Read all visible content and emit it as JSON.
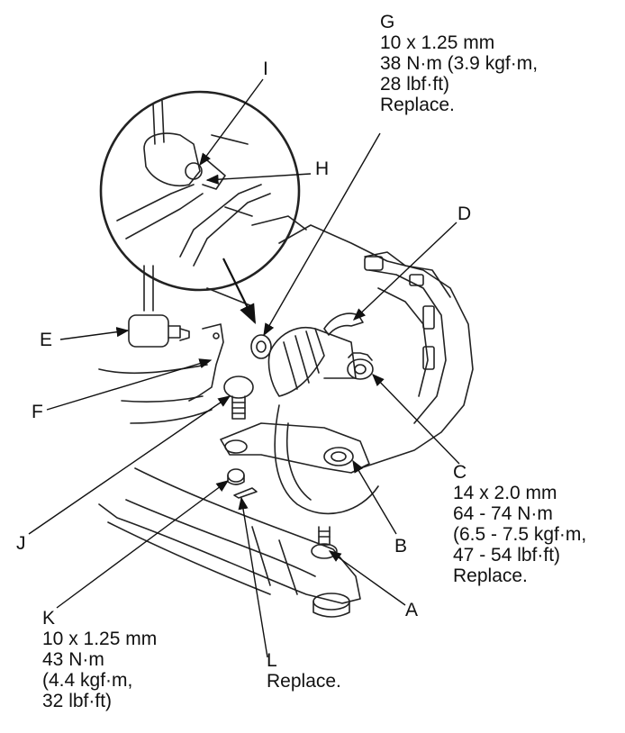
{
  "callouts": {
    "A": {
      "letter": "A"
    },
    "B": {
      "letter": "B"
    },
    "C": {
      "letter": "C",
      "lines": [
        "14 x 2.0 mm",
        "64 - 74 N·m",
        "(6.5 - 7.5 kgf·m,",
        "47 - 54 lbf·ft)",
        "Replace."
      ]
    },
    "D": {
      "letter": "D"
    },
    "E": {
      "letter": "E"
    },
    "F": {
      "letter": "F"
    },
    "G": {
      "letter": "G",
      "lines": [
        "10 x 1.25 mm",
        "38 N·m (3.9 kgf·m,",
        "28 lbf·ft)",
        "Replace."
      ]
    },
    "H": {
      "letter": "H"
    },
    "I": {
      "letter": "I"
    },
    "J": {
      "letter": "J"
    },
    "K": {
      "letter": "K",
      "lines": [
        "10 x 1.25 mm",
        "43 N·m",
        "(4.4 kgf·m,",
        "32 lbf·ft)"
      ]
    },
    "L": {
      "letter": "L",
      "lines": [
        "Replace."
      ]
    }
  }
}
